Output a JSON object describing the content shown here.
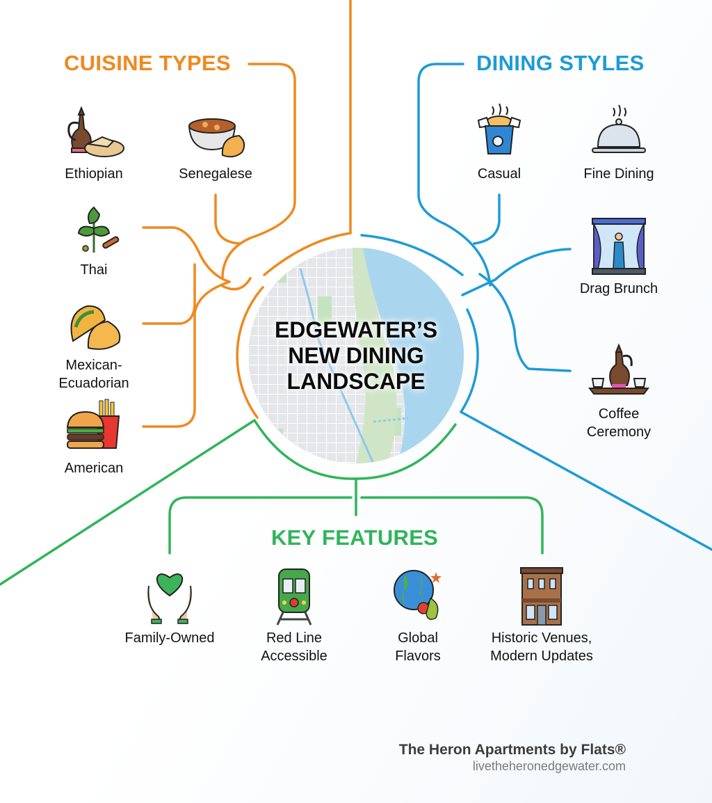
{
  "title": "EDGEWATER’S\nNEW DINING\nLANDSCAPE",
  "colors": {
    "cuisine": "#f0891f",
    "dining": "#1e9bd7",
    "features": "#2fb55a"
  },
  "cuisine_types": {
    "heading": "CUISINE TYPES",
    "items": [
      {
        "label": "Ethiopian",
        "icon": "jebena-injera-icon"
      },
      {
        "label": "Senegalese",
        "icon": "stew-bowl-pastry-icon"
      },
      {
        "label": "Thai",
        "icon": "herb-spice-icon"
      },
      {
        "label": "Mexican-Ecuadorian",
        "icon": "taco-empanada-icon"
      },
      {
        "label": "American",
        "icon": "burger-fries-icon"
      }
    ]
  },
  "dining_styles": {
    "heading": "DINING STYLES",
    "items": [
      {
        "label": "Casual",
        "icon": "takeout-box-icon"
      },
      {
        "label": "Fine Dining",
        "icon": "cloche-icon"
      },
      {
        "label": "Drag Brunch",
        "icon": "stage-performer-icon"
      },
      {
        "label": "Coffee\nCeremony",
        "icon": "coffee-pot-cups-icon"
      }
    ]
  },
  "key_features": {
    "heading": "KEY FEATURES",
    "items": [
      {
        "label": "Family-Owned",
        "icon": "heart-hands-icon"
      },
      {
        "label": "Red Line\nAccessible",
        "icon": "train-icon"
      },
      {
        "label": "Global\nFlavors",
        "icon": "globe-produce-icon"
      },
      {
        "label": "Historic Venues,\nModern Updates",
        "icon": "historic-building-icon"
      }
    ]
  },
  "footer": {
    "brand": "The Heron Apartments by Flats®",
    "url": "livetheheronedgewater.com"
  }
}
